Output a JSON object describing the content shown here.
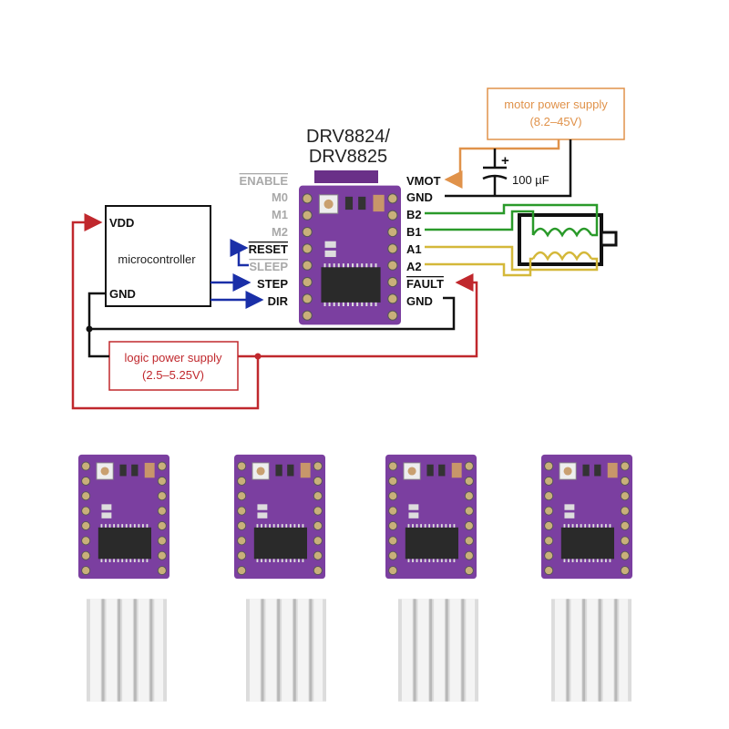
{
  "title": [
    "DRV8824/",
    "DRV8825"
  ],
  "left_pins": [
    {
      "label": "ENABLE",
      "overline": true,
      "color": "#a9a9a9"
    },
    {
      "label": "M0",
      "overline": false,
      "color": "#a9a9a9"
    },
    {
      "label": "M1",
      "overline": false,
      "color": "#a9a9a9"
    },
    {
      "label": "M2",
      "overline": false,
      "color": "#a9a9a9"
    },
    {
      "label": "RESET",
      "overline": true,
      "color": "#111111"
    },
    {
      "label": "SLEEP",
      "overline": true,
      "color": "#a9a9a9"
    },
    {
      "label": "STEP",
      "overline": false,
      "color": "#111111"
    },
    {
      "label": "DIR",
      "overline": false,
      "color": "#111111"
    }
  ],
  "right_pins": [
    {
      "label": "VMOT",
      "overline": false
    },
    {
      "label": "GND",
      "overline": false
    },
    {
      "label": "B2",
      "overline": false
    },
    {
      "label": "B1",
      "overline": false
    },
    {
      "label": "A1",
      "overline": false
    },
    {
      "label": "A2",
      "overline": false
    },
    {
      "label": "FAULT",
      "overline": true
    },
    {
      "label": "GND",
      "overline": false
    }
  ],
  "microcontroller": {
    "vdd": "VDD",
    "name": "microcontroller",
    "gnd": "GND"
  },
  "motor_supply": {
    "line1": "motor power supply",
    "line2": "(8.2–45V)"
  },
  "logic_supply": {
    "line1": "logic power supply",
    "line2": "(2.5–5.25V)"
  },
  "capacitor": {
    "value": "100 µF",
    "polarity": "+"
  },
  "colors": {
    "board": "#7b3fa0",
    "logic": "#c0282d",
    "motor": "#e0924a",
    "step_dir": "#1a2fa8",
    "coil_b": "#2a9a2a",
    "coil_a": "#d4b83a"
  },
  "product_modules": 4
}
